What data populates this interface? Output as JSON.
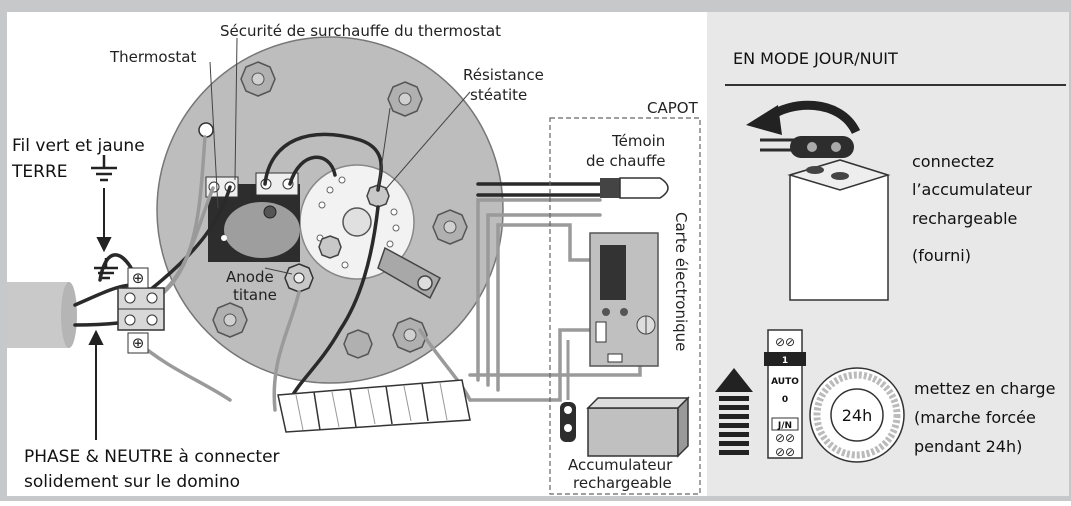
{
  "diagram": {
    "labels": {
      "safety": "Sécurité de surchauffe du thermostat",
      "thermostat": "Thermostat",
      "resistance_line1": "Résistance",
      "resistance_line2": "stéatite",
      "ground_line1": "Fil vert et jaune",
      "ground_line2": "TERRE",
      "capot": "CAPOT",
      "temoin_line1": "Témoin",
      "temoin_line2": "de chauffe",
      "carte": "Carte électronique",
      "anode_line1": "Anode",
      "anode_line2": "titane",
      "phase_line1": "PHASE & NEUTRE à connecter",
      "phase_line2": "solidement sur le domino",
      "accu_line1": "Accumulateur",
      "accu_line2": "rechargeable"
    }
  },
  "panel": {
    "heading": "EN MODE JOUR/NUIT",
    "step1": [
      "connectez",
      "l’accumulateur",
      "rechargeable",
      "(fourni)"
    ],
    "step2": [
      "mettez en charge",
      "(marche forcée",
      "pendant 24h)"
    ],
    "dial_label": "24h",
    "switch": {
      "pos1": "1",
      "auto": "AUTO",
      "zero": "0",
      "jn": "J/N"
    }
  },
  "colors": {
    "background_gray": "#c7c8c9",
    "panel_gray": "#e8e8e8",
    "disc_gray": "#bdbdbd",
    "wire_dark": "#2a2a2a",
    "wire_light": "#9a9a9a"
  }
}
